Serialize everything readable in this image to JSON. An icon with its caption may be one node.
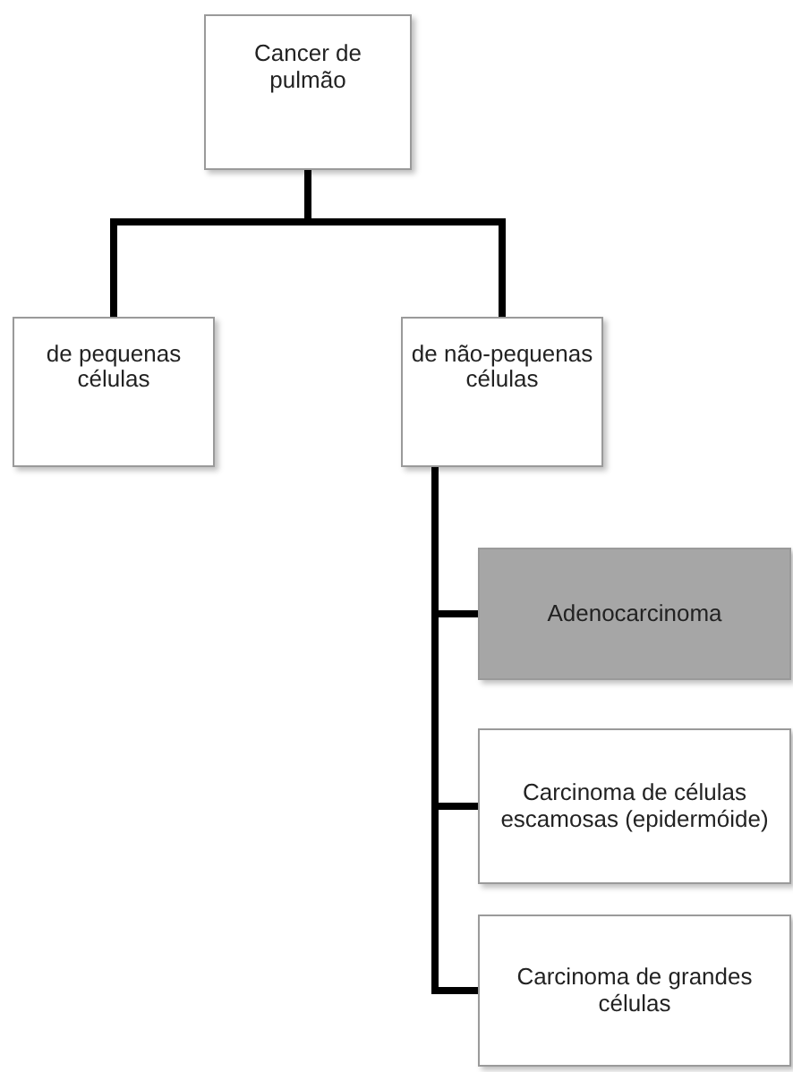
{
  "diagram": {
    "nodes": [
      {
        "text": [
          "Cancer de pulmão"
        ]
      },
      {
        "text": [
          "de pequenas células"
        ]
      },
      {
        "text": [
          "de não-pequenas células"
        ]
      },
      {
        "text": [
          "Adenocarcinoma"
        ]
      },
      {
        "text": [
          "Carcinoma de células escamosas (epidermóide)"
        ]
      },
      {
        "text": [
          "Carcinoma de grandes células"
        ]
      }
    ],
    "edges": [
      {
        "from": 0,
        "to": 1,
        "arrow": "none"
      },
      {
        "from": 0,
        "to": 2,
        "arrow": "none"
      },
      {
        "from": 2,
        "to": 3,
        "arrow": "none"
      },
      {
        "from": 2,
        "to": 4,
        "arrow": "none"
      },
      {
        "from": 2,
        "to": 5,
        "arrow": "none"
      }
    ]
  }
}
